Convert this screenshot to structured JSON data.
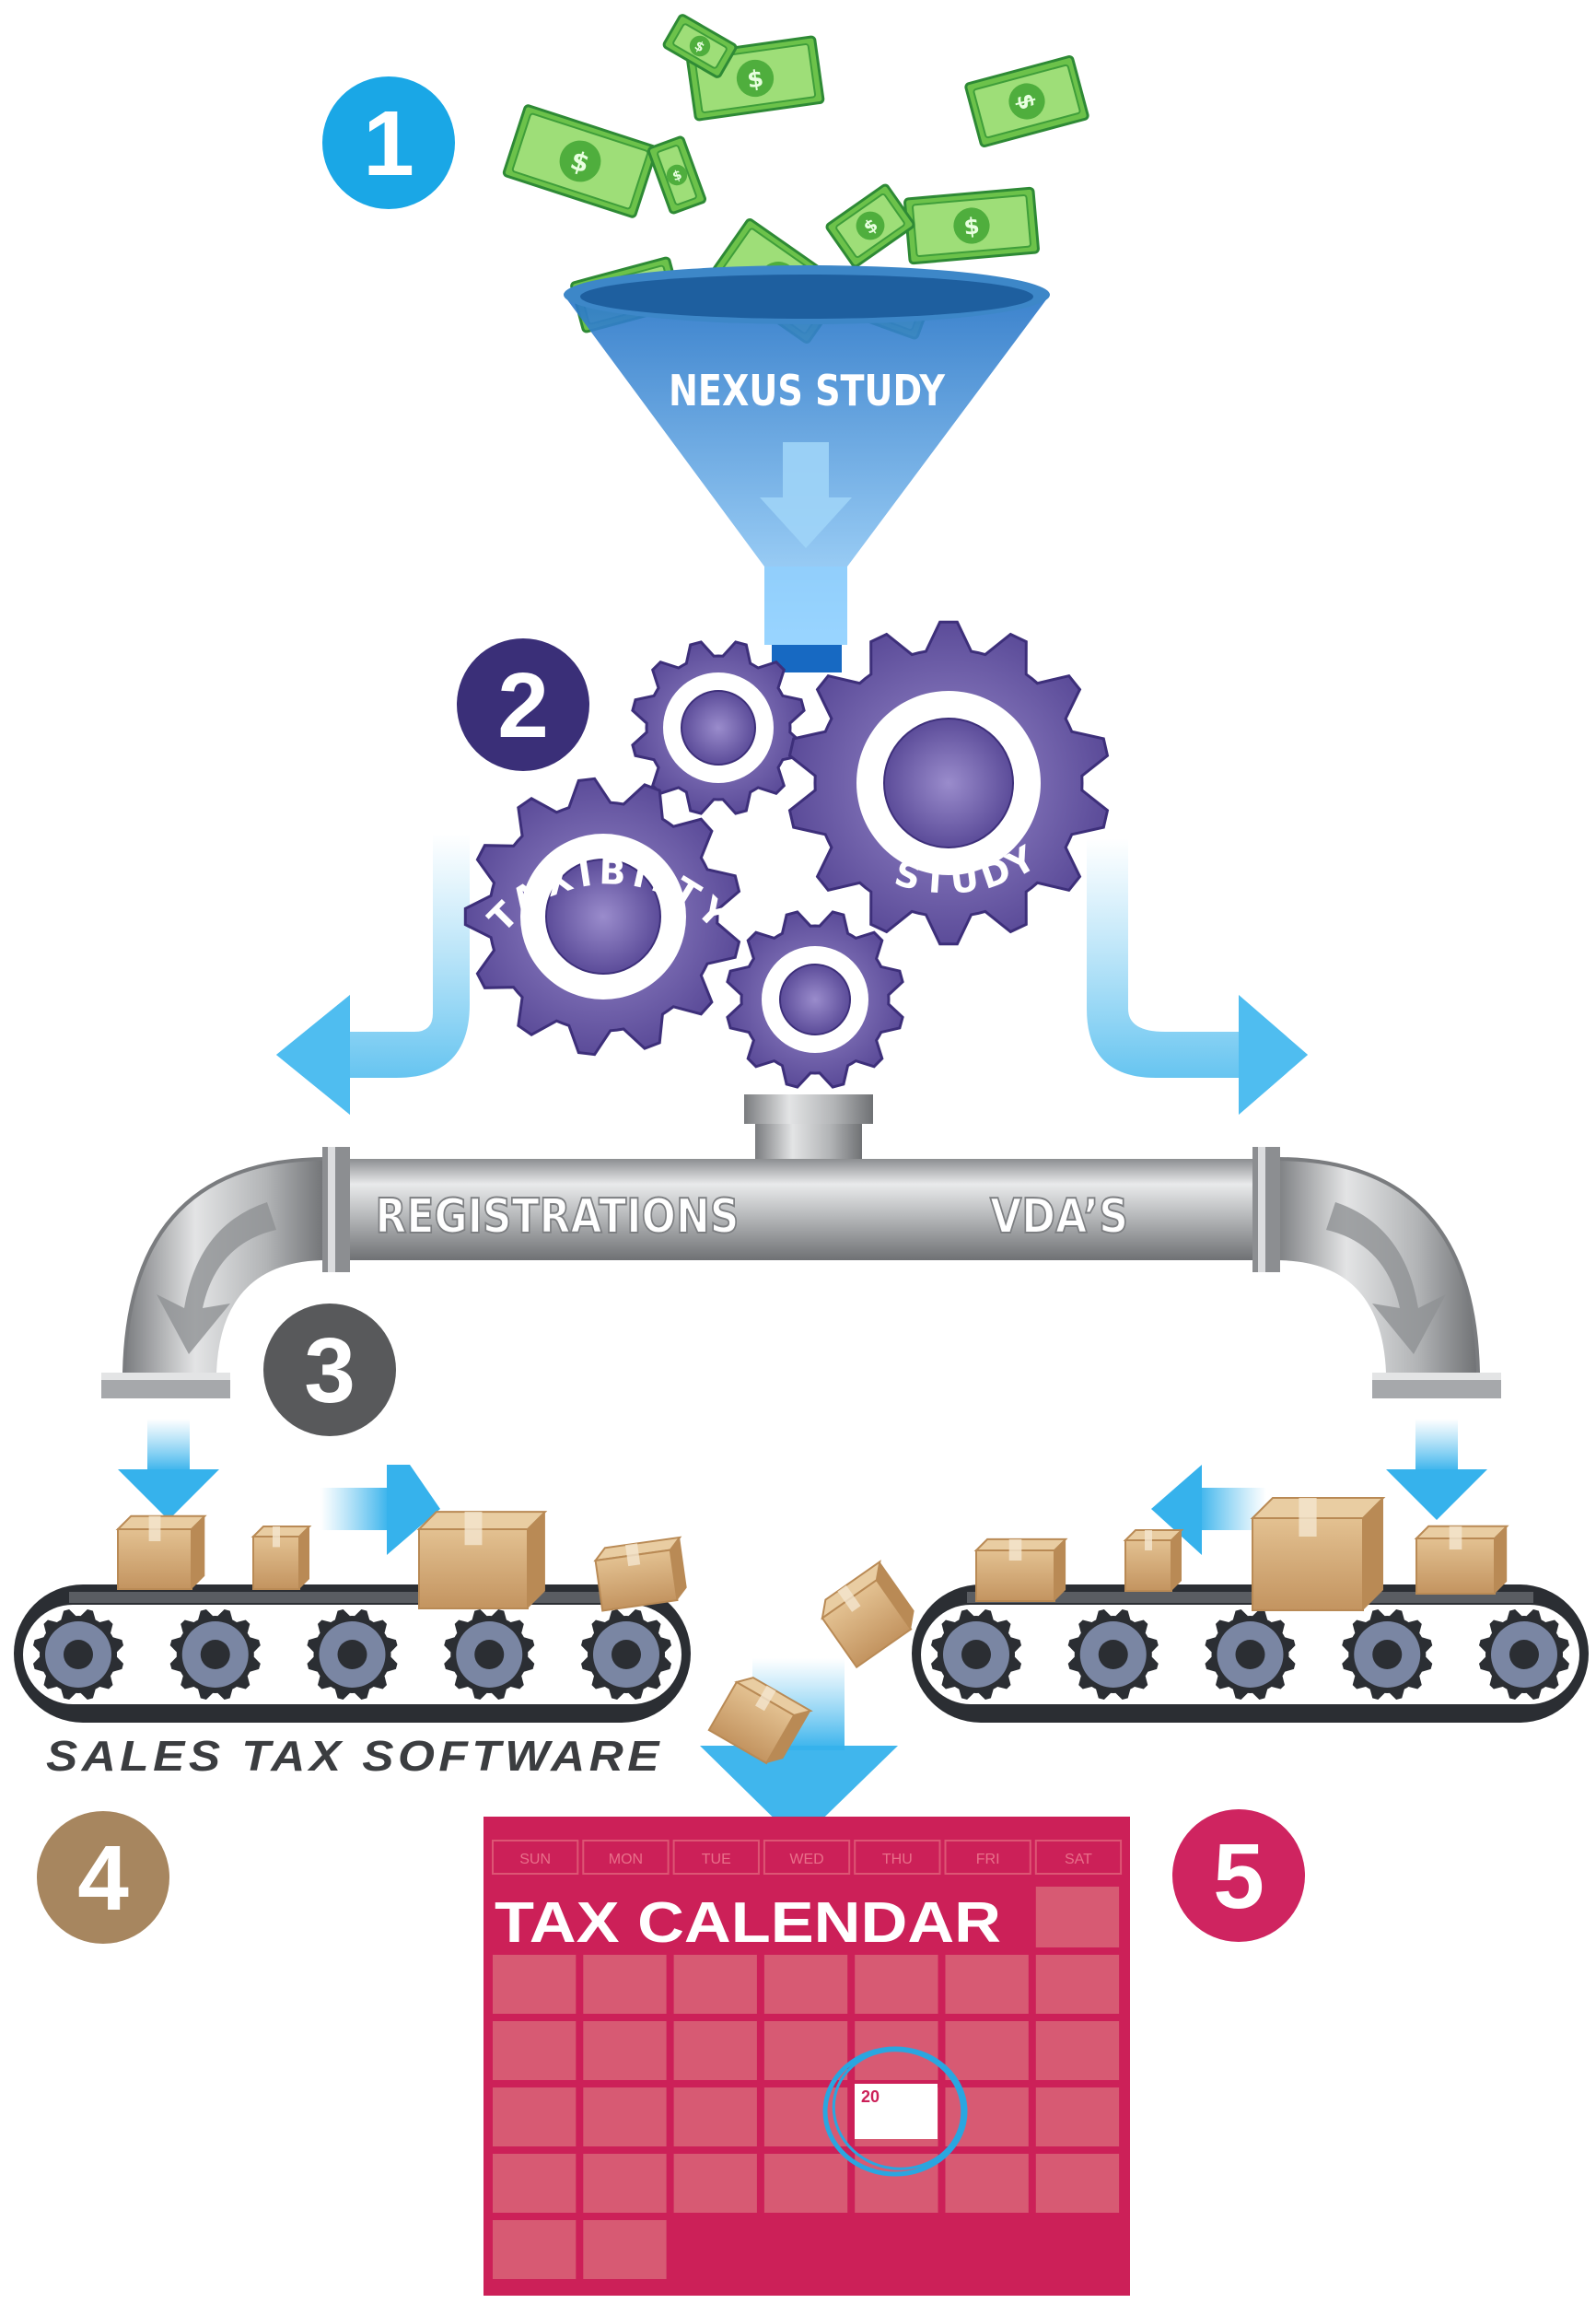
{
  "steps": [
    {
      "number": "1",
      "color": "#1aa7e6"
    },
    {
      "number": "2",
      "color": "#3a2f78"
    },
    {
      "number": "3",
      "color": "#58595b"
    },
    {
      "number": "4",
      "color": "#a7865f"
    },
    {
      "number": "5",
      "color": "#cf2460"
    }
  ],
  "funnel": {
    "label": "NEXUS STUDY"
  },
  "gears": {
    "left_label": "TAXIBILTY",
    "right_label": "STUDY"
  },
  "pipe": {
    "left_label": "REGISTRATIONS",
    "right_label": "VDA’S"
  },
  "conveyor": {
    "label": "SALES TAX SOFTWARE"
  },
  "calendar": {
    "days": [
      "SUN",
      "MON",
      "TUE",
      "WED",
      "THU",
      "FRI",
      "SAT"
    ],
    "title": "TAX CALENDAR",
    "marked_day": "20"
  },
  "colors": {
    "money": "#6cc24a",
    "funnel": "#3a8fd9",
    "gear": "#6a5aa8",
    "pipe": "#a7a9ac",
    "arrow": "#5cc0ef",
    "box": "#d2a872",
    "belt": "#2b2e33",
    "calendar": "#cc2058",
    "calendar_cell": "#d75a73"
  },
  "icons": [
    "dollar-bill-icon",
    "funnel-icon",
    "gear-icon",
    "pipe-icon",
    "arrow-icon",
    "box-icon",
    "conveyor-icon",
    "calendar-icon"
  ]
}
